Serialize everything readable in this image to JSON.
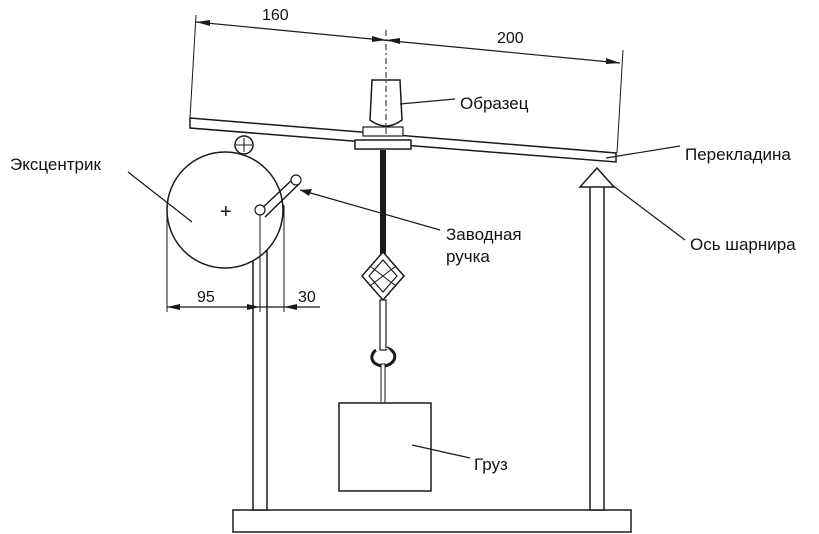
{
  "dimensions": {
    "left_span": "160",
    "right_span": "200",
    "eccentric_radius": "95",
    "handle_offset": "30"
  },
  "labels": {
    "sample": "Образец",
    "eccentric": "Эксцентрик",
    "crossbar": "Перекладина",
    "handle_line1": "Заводная",
    "handle_line2": "ручка",
    "hinge_axis": "Ось шарнира",
    "weight": "Груз"
  },
  "symbols": {
    "eccentric_center": "+"
  },
  "colors": {
    "stroke": "#1a1a1a",
    "background": "#ffffff"
  }
}
